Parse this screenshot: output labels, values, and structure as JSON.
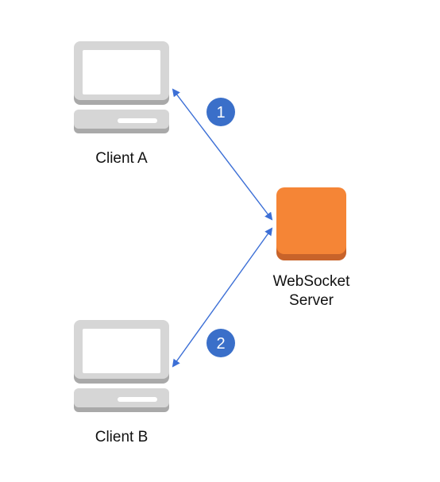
{
  "nodes": {
    "client_a": {
      "label": "Client A",
      "icon": "desktop-computer-icon"
    },
    "client_b": {
      "label": "Client B",
      "icon": "desktop-computer-icon"
    },
    "server": {
      "label_line1": "WebSocket",
      "label_line2": "Server",
      "icon": "server-icon"
    }
  },
  "connections": [
    {
      "from": "client_a",
      "to": "server",
      "step": "1"
    },
    {
      "from": "client_b",
      "to": "server",
      "step": "2"
    }
  ],
  "colors": {
    "computer_body": "#d6d6d6",
    "computer_shadow": "#a9a9a9",
    "server_fill": "#f58536",
    "server_shadow": "#c8632a",
    "arrow": "#3c6fd6",
    "badge": "#3a6fc9"
  }
}
